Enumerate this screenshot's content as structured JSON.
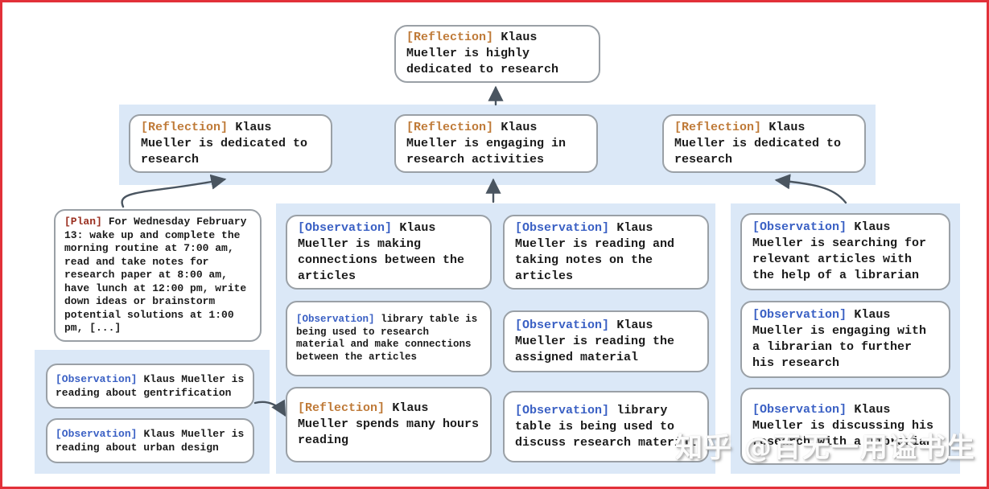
{
  "figure": "memory-reflection-tree",
  "nodes": {
    "root": {
      "tag": "[Reflection]",
      "text": "Klaus Mueller is highly dedicated to research"
    },
    "l2_left": {
      "tag": "[Reflection]",
      "text": "Klaus Mueller is dedicated to research"
    },
    "l2_mid": {
      "tag": "[Reflection]",
      "text": "Klaus Mueller is engaging in research activities"
    },
    "l2_right": {
      "tag": "[Reflection]",
      "text": "Klaus Mueller is dedicated to research"
    },
    "plan": {
      "tag": "[Plan]",
      "text": "For Wednesday February 13: wake up and complete the morning routine at 7:00 am, read and take notes for research paper at 8:00 am, have lunch at 12:00 pm, write down ideas or brainstorm potential solutions at 1:00 pm, [...]"
    },
    "left_obs1": {
      "tag": "[Observation]",
      "text": "Klaus Mueller is reading about gentrification"
    },
    "left_obs2": {
      "tag": "[Observation]",
      "text": "Klaus Mueller is reading about urban design"
    },
    "mid_c1_obs1": {
      "tag": "[Observation]",
      "text": "Klaus Mueller is making connections between the articles"
    },
    "mid_c1_obs2": {
      "tag": "[Observation]",
      "text": "library table is being used to research material and make connections between the articles"
    },
    "mid_c1_refl": {
      "tag": "[Reflection]",
      "text": "Klaus Mueller spends many hours reading"
    },
    "mid_c2_obs1": {
      "tag": "[Observation]",
      "text": "Klaus Mueller is reading and taking notes on the articles"
    },
    "mid_c2_obs2": {
      "tag": "[Observation]",
      "text": "Klaus Mueller is reading the assigned material"
    },
    "mid_c2_obs3": {
      "tag": "[Observation]",
      "text": "library table is being used to discuss research material"
    },
    "right_obs1": {
      "tag": "[Observation]",
      "text": "Klaus Mueller is searching for relevant articles with the help of a librarian"
    },
    "right_obs2": {
      "tag": "[Observation]",
      "text": "Klaus Mueller is engaging with a librarian to further his research"
    },
    "right_obs3": {
      "tag": "[Observation]",
      "text": "Klaus Mueller is discussing his research with a librarian"
    }
  },
  "watermark": "知乎 @百无一用谥书生",
  "colors": {
    "frame": "#e23039",
    "panel": "#dbe8f7",
    "box_border": "#9aa0a6",
    "reflection_tag": "#bf7a38",
    "observation_tag": "#3a60c4",
    "plan_tag": "#9a2f20",
    "arrow": "#4a5560",
    "body_text": "#1b1b1b"
  }
}
